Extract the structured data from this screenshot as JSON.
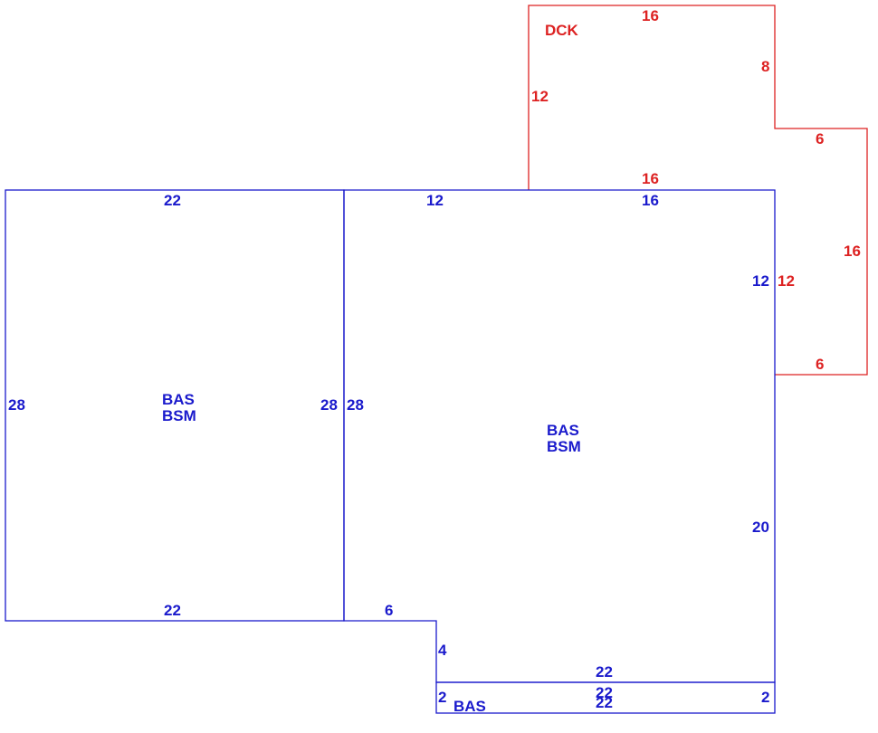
{
  "colors": {
    "main": "#1a1acc",
    "deck": "#dd2222"
  },
  "areas": {
    "left": {
      "line1": "BAS",
      "line2": "BSM"
    },
    "right": {
      "line1": "BAS",
      "line2": "BSM"
    },
    "strip": {
      "label": "BAS"
    },
    "deck": {
      "label": "DCK"
    }
  },
  "dims": {
    "left_top": "22",
    "left_bottom": "22",
    "left_outer": "28",
    "left_inner": "28",
    "right_inner": "28",
    "right_top_a": "12",
    "right_top_b": "16",
    "right_side_upper": "12",
    "right_side_lower": "20",
    "notch_top": "6",
    "notch_side": "4",
    "strip_top_outer": "22",
    "strip_top_inner": "22",
    "strip_bottom": "22",
    "strip_left": "2",
    "strip_right": "2",
    "deck_top": "16",
    "deck_left": "12",
    "deck_step": "8",
    "deck_bottom": "16",
    "deck_shelf_top": "6",
    "deck_outer": "16",
    "deck_shelf_bottom": "6",
    "deck_inner": "12"
  }
}
